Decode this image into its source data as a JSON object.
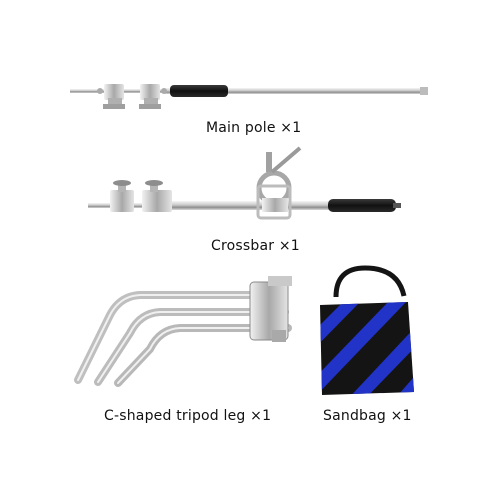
{
  "items": [
    {
      "label": "Main pole ×1"
    },
    {
      "label": "Crossbar ×1"
    },
    {
      "label": "C-shaped tripod leg ×1"
    },
    {
      "label": "Sandbag ×1"
    }
  ],
  "colors": {
    "chrome_light": "#e8e8e8",
    "chrome_dark": "#9a9a9a",
    "grip": "#1a1a1a",
    "bag_black": "#141414",
    "bag_blue": "#2233c8"
  }
}
